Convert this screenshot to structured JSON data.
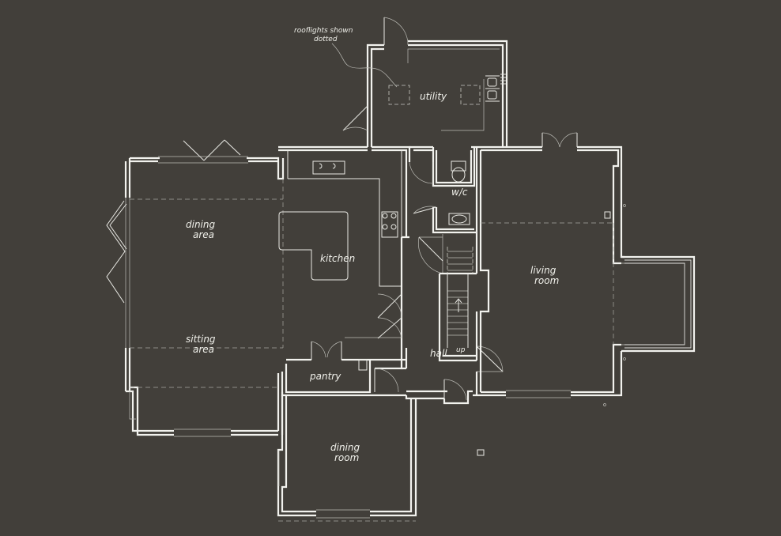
{
  "annotation": {
    "line1": "rooflights shown",
    "line2": "dotted"
  },
  "rooms": {
    "utility": "utility",
    "wc": "w/c",
    "dining_area_1": "dining",
    "dining_area_2": "area",
    "kitchen": "kitchen",
    "living_1": "living",
    "living_2": "room",
    "sitting_1": "sitting",
    "sitting_2": "area",
    "hall": "hall",
    "pantry": "pantry",
    "dining_room_1": "dining",
    "dining_room_2": "room",
    "stair_up": "up"
  },
  "colors": {
    "background": "#423f3a",
    "linework": "#f2f2ee"
  }
}
